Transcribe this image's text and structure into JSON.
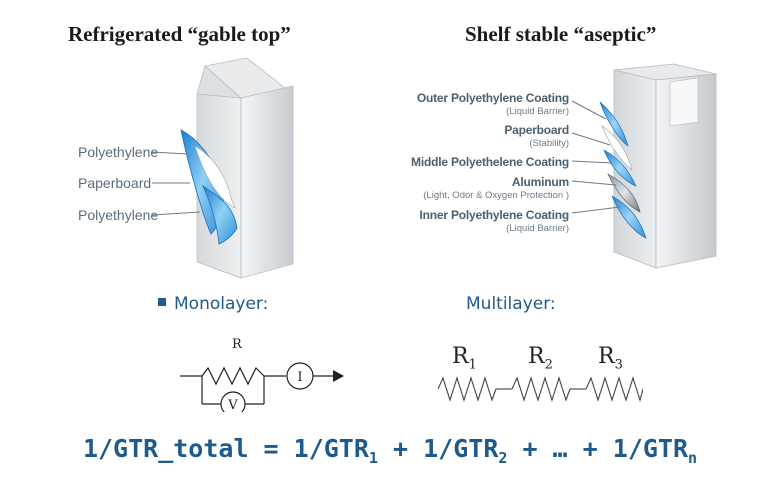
{
  "left_panel": {
    "title": "Refrigerated “gable top”",
    "layers": [
      "Polyethylene",
      "Paperboard",
      "Polyethylene"
    ],
    "caption": "Monolayer:",
    "circuit": {
      "resistor": "R",
      "current": "I",
      "voltage": "V"
    }
  },
  "right_panel": {
    "title": "Shelf stable “aseptic”",
    "layers": [
      {
        "name": "Outer Polyethylene Coating",
        "note": "(Liquid Barrier)"
      },
      {
        "name": "Paperboard",
        "note": "(Stability)"
      },
      {
        "name": "Middle Polyethelene Coating",
        "note": ""
      },
      {
        "name": "Aluminum",
        "note": "(Light, Odor & Oxygen Protection )"
      },
      {
        "name": "Inner Polyethylene Coating",
        "note": "(Liquid Barrier)"
      }
    ],
    "caption": "Multilayer:",
    "resistors": [
      {
        "letter": "R",
        "index": "1"
      },
      {
        "letter": "R",
        "index": "2"
      },
      {
        "letter": "R",
        "index": "3"
      }
    ]
  },
  "formula": {
    "lhs": "1/GTR_total = ",
    "t1": "1/GTR",
    "s1": "1",
    "plus1": " + ",
    "t2": "1/GTR",
    "s2": "2",
    "plus2": " + … + ",
    "t3": "1/GTR",
    "s3": "n"
  },
  "colors": {
    "accent": "#1f5a8c",
    "layer_blue": "#3aa0e0"
  }
}
